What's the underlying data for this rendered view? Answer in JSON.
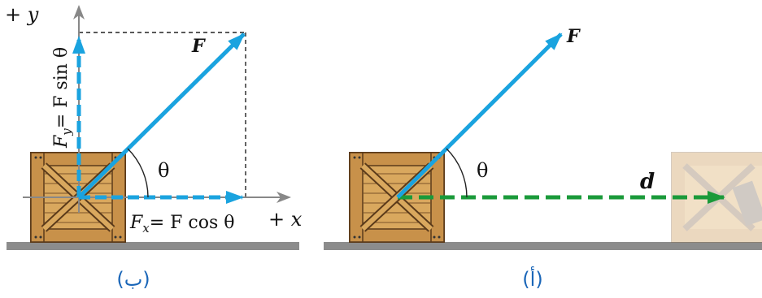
{
  "panel_b": {
    "caption": "(ب)",
    "axis_x_label": "+ x",
    "axis_y_label": "+ y",
    "force_label": "F",
    "fx_label": "Fx = F cos θ",
    "fx_sub": "x",
    "fx_rest": "= F cos θ",
    "fy_main": "F",
    "fy_sub": "y",
    "fy_rest": "= F sin θ",
    "angle_label": "θ"
  },
  "panel_a": {
    "caption": "(أ)",
    "force_label": "F",
    "angle_label": "θ",
    "displacement_label": "d"
  },
  "colors": {
    "force_arrow": "#1aa3df",
    "displacement_arrow": "#1a9a3a",
    "ground": "#8c8c8c",
    "crate_fill": "#d9a85e",
    "crate_dark": "#5a3a1a",
    "caption": "#1a66b8"
  }
}
